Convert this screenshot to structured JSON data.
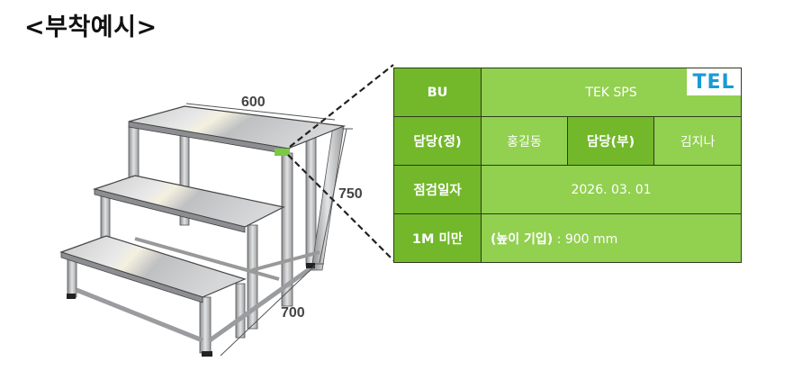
{
  "title": "<부착예시>",
  "illustration": {
    "subject": "3-step aluminum platform stool",
    "dimensions": {
      "width": "600",
      "height": "750",
      "depth": "700"
    },
    "tag_color": "#92d050"
  },
  "label_table": {
    "logo_text": "TEL",
    "logo_color": "#1a9ad6",
    "header_color": "#72b82a",
    "value_color": "#92d050",
    "rows": [
      {
        "header": "BU",
        "value": "TEK SPS"
      },
      {
        "header": "담당(정)",
        "value": "홍길동",
        "header2": "담당(부)",
        "value2": "김지나"
      },
      {
        "header": "점검일자",
        "value": "2026. 03. 01"
      },
      {
        "header": "1M 미만",
        "value_bold": "(높이 기입)",
        "value": " : 900 mm"
      }
    ]
  }
}
